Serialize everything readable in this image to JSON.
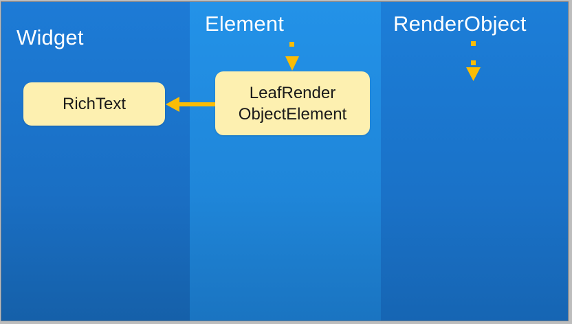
{
  "columns": [
    {
      "id": "widget",
      "title": "Widget"
    },
    {
      "id": "element",
      "title": "Element"
    },
    {
      "id": "render-object",
      "title": "RenderObject"
    }
  ],
  "nodes": {
    "richtext": {
      "label": "RichText",
      "column": "widget"
    },
    "leaf_render_object_element": {
      "line1": "LeafRender",
      "line2": "ObjectElement",
      "column": "element"
    }
  },
  "edges": [
    {
      "from": "leaf_render_object_element",
      "to": "richtext",
      "style": "solid-arrow-left"
    },
    {
      "from": "element-column-top",
      "to": "leaf_render_object_element",
      "style": "dotted-arrow-down"
    },
    {
      "from": "render-object-column-top",
      "to": "render-object-pending",
      "style": "dotted-arrow-down"
    }
  ],
  "colors": {
    "node_fill": "#fdf0b0",
    "arrow": "#fbbc04",
    "title_text": "#ffffff",
    "widget_column": "#1d7bd6",
    "element_column": "#2392e8",
    "render_column": "#1c7ed8"
  }
}
